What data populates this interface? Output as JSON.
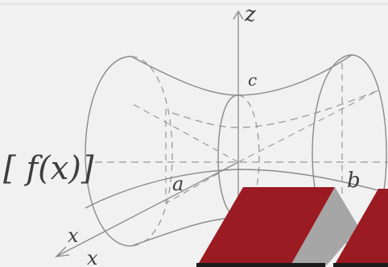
{
  "diagram": {
    "axis_labels": {
      "z": "z",
      "x_upper": "x",
      "x_lower": "x"
    },
    "point_labels": {
      "c": "c",
      "a": "a",
      "b": "b"
    },
    "function_label": "[ f(x)]",
    "colors": {
      "background": "#f1f1f1",
      "line": "#8a8a8a",
      "dash": "#9a9a9a",
      "text": "#3e3e3e",
      "book_red": "#9b1b22",
      "book_gray": "#a6a6a6",
      "book_dark": "#1a1a1a"
    }
  }
}
